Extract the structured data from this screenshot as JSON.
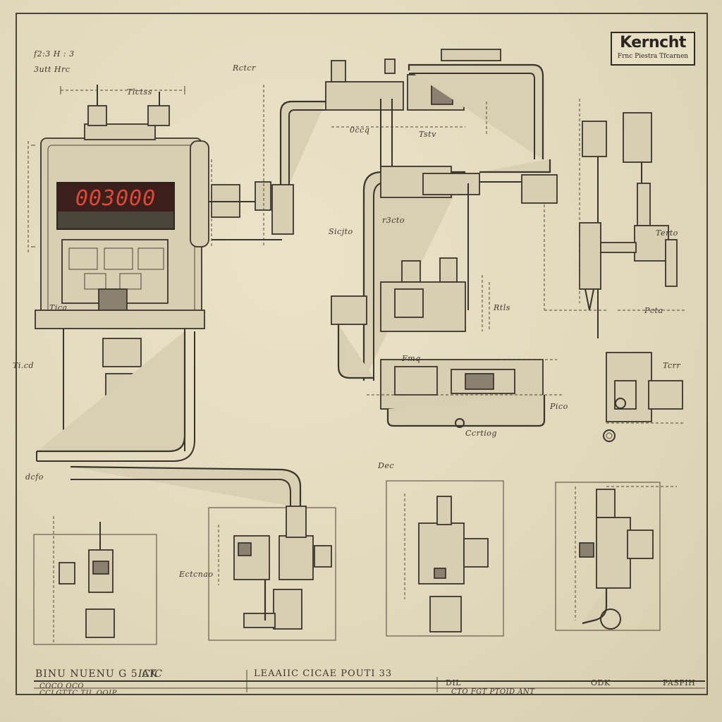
{
  "brand": {
    "name": "Kerncht",
    "subtitle": "Frnc Piestra Tfcarnen"
  },
  "display": {
    "reading": "003000"
  },
  "annotations": {
    "top_left_1": "f2:3 H : 3",
    "top_left_2": "3utt Hrc",
    "left_mid": "Ti.cd",
    "left_low": "Tica",
    "left_pipe": "dcfo",
    "top_center_1": "Rctcr",
    "top_center_2": "Tstv",
    "top_center_3": "Tlctss",
    "top_right_dim": "0ccq",
    "mid_label_1": "Sicjto",
    "mid_label_2": "r3cto",
    "mid_label_3": "Rtls",
    "right_label_1": "Pcta",
    "right_label_2": "Tcrr",
    "right_label_3": "Terto",
    "lower_mid_1": "Dec",
    "lower_mid_2": "Ccrtiog",
    "lower_mid_3": "Fmq",
    "lower_left_1": "Ectcnao",
    "lower_right_1": "Pico"
  },
  "footer": {
    "left_title": "BINU NUENU G 5 AK",
    "left_title_script": "ICIC",
    "center_title": "LEAAIIC CICAE POUTI 33",
    "left_row_1": "COCO OCO",
    "left_row_2": "CCLGTTC TIL OOIP",
    "right_block_1": "DIL",
    "right_block_2": "ODK",
    "right_block_3": "PASPIH",
    "right_row_1": "CTO  FGT  PTOID  ANT"
  }
}
